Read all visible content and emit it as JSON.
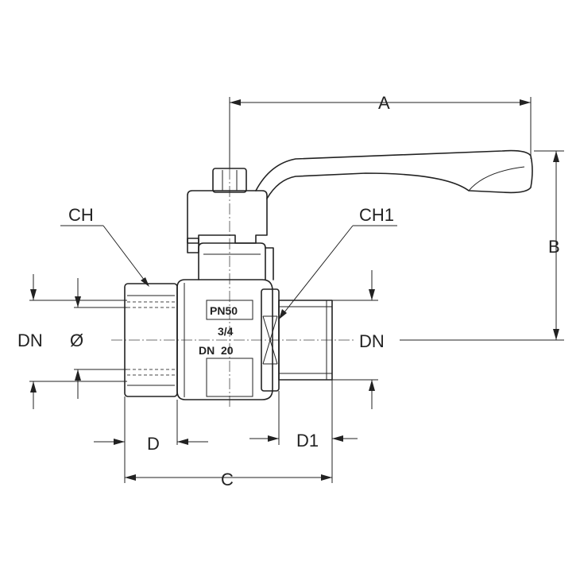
{
  "labels": {
    "a": "A",
    "b": "B",
    "c": "C",
    "d": "D",
    "d1": "D1",
    "dn_left": "DN",
    "dn_right": "DN",
    "diameter": "Ø",
    "ch": "CH",
    "ch1": "CH1"
  },
  "body_marking": {
    "pressure": "PN50",
    "size": "3/4",
    "nominal": "DN  20"
  },
  "colors": {
    "line": "#222222",
    "background": "#ffffff"
  }
}
